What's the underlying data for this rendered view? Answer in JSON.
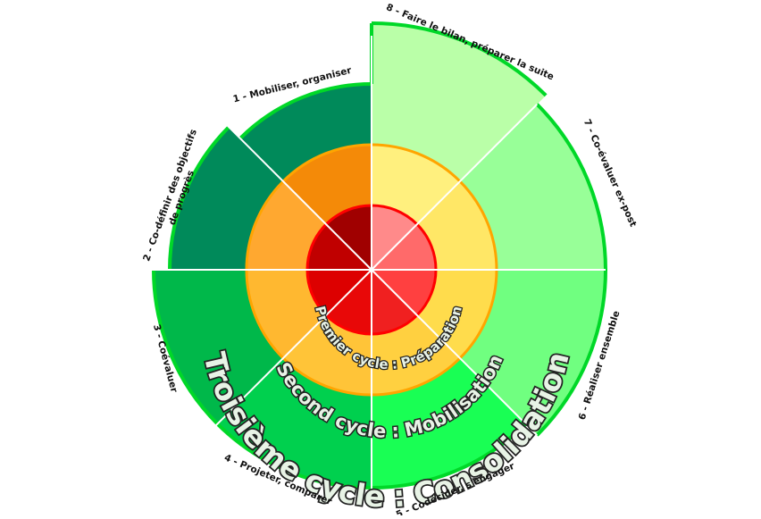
{
  "cycles": [
    {
      "id": "inner",
      "label": "Premier cycle : Préparation"
    },
    {
      "id": "middle",
      "label": "Second cycle : Mobilisation"
    },
    {
      "id": "outer",
      "label": "Troisième cycle : Consolidation"
    }
  ],
  "steps": [
    {
      "n": 1,
      "label": "1 - Mobiliser, organiser"
    },
    {
      "n": 2,
      "label_lines": [
        "2 - Co-définir des objectifs",
        "de progrès"
      ]
    },
    {
      "n": 3,
      "label": "3 - Coévaluer"
    },
    {
      "n": 4,
      "label": "4 - Projeter, comparer"
    },
    {
      "n": 5,
      "label": "5 - Codécider, s'engager"
    },
    {
      "n": 6,
      "label": "6 - Réaliser ensemble"
    },
    {
      "n": 7,
      "label": "7 - Co-évaluer ex-post"
    },
    {
      "n": 8,
      "label": "8 - Faire le bilan, préparer la suite"
    }
  ],
  "colors": {
    "outer": [
      "#008a5a",
      "#008a5a",
      "#00b84a",
      "#00d04e",
      "#19ff54",
      "#70ff80",
      "#98ff98",
      "#baffa8"
    ],
    "middle": [
      "#f48a08",
      "#ffa830",
      "#ffb830",
      "#ffc438",
      "#ffd040",
      "#ffdc4c",
      "#ffe766",
      "#fff07e"
    ],
    "inner": [
      "#a00000",
      "#c00000",
      "#dd0000",
      "#e80808",
      "#f02020",
      "#ff4040",
      "#ff6a6a",
      "#ff8a8a"
    ],
    "outer_border": "#00d828",
    "middle_border": "#ffa500",
    "inner_border": "#ff0000"
  }
}
